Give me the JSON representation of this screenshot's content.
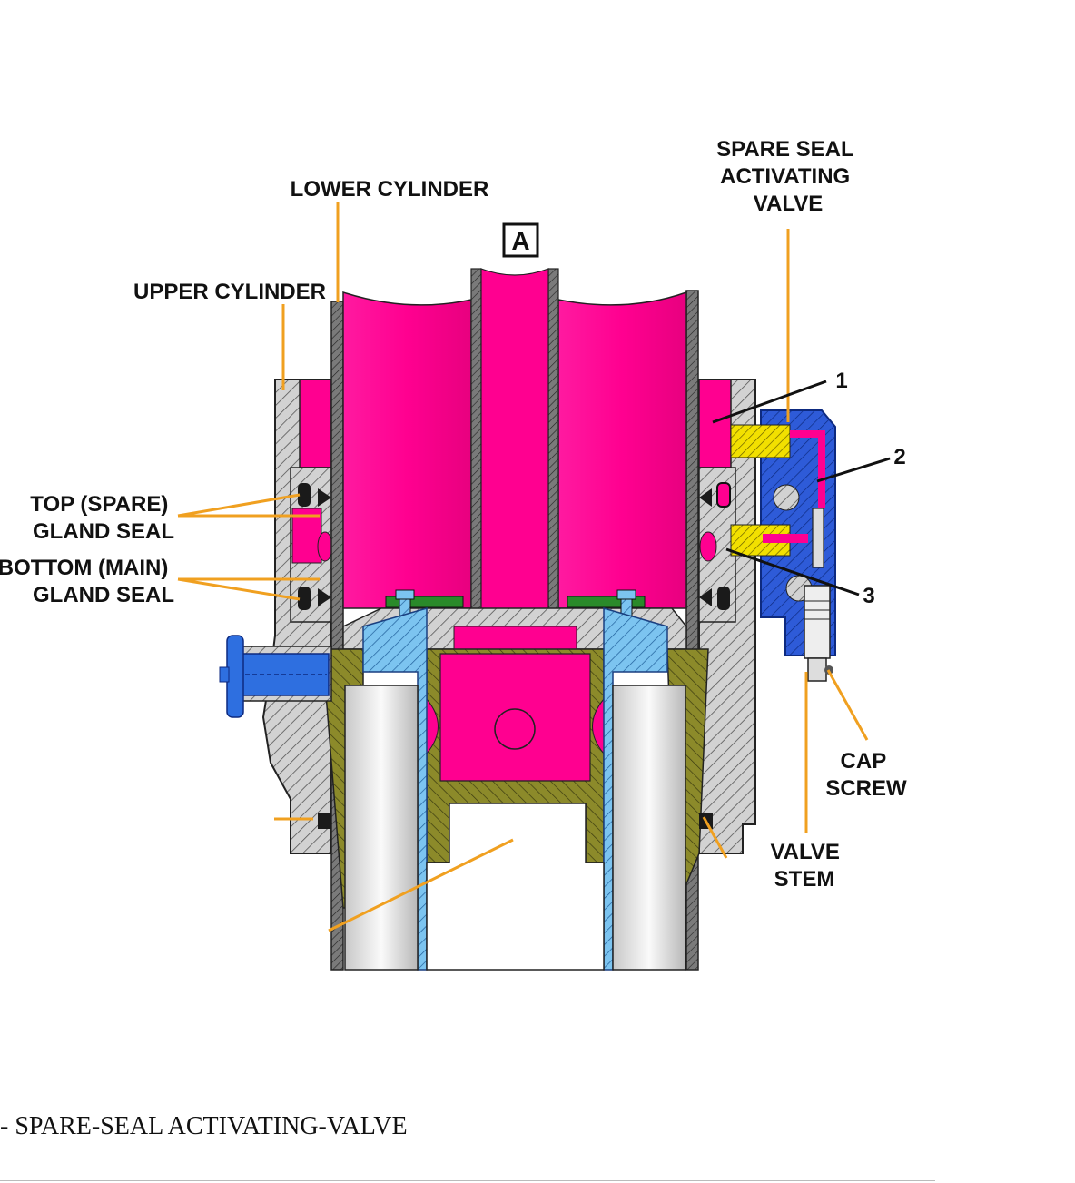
{
  "view_label": "A",
  "labels": {
    "lower_cylinder": "LOWER CYLINDER",
    "upper_cylinder": "UPPER CYLINDER",
    "spare_seal_valve": [
      "SPARE SEAL",
      "ACTIVATING",
      "VALVE"
    ],
    "top_gland_seal": [
      "TOP (SPARE)",
      "GLAND SEAL"
    ],
    "bottom_gland_seal": [
      "BOTTOM (MAIN)",
      "GLAND SEAL"
    ],
    "cap_screw": [
      "CAP",
      "SCREW"
    ],
    "valve_stem": [
      "VALVE",
      "STEM"
    ]
  },
  "callouts": [
    "1",
    "2",
    "3"
  ],
  "caption": "- SPARE-SEAL ACTIVATING-VALVE",
  "colors": {
    "hydraulic_fluid": "#ff0090",
    "valve_body": "#2e5bd8",
    "steel_gray": "#c8c8c8",
    "piston_olive": "#8c8a2a",
    "bolt_blue": "#4aa6e8",
    "seal_black": "#1a1a1a",
    "spring_yellow": "#f2e000",
    "leader_orange": "#f0a020"
  }
}
